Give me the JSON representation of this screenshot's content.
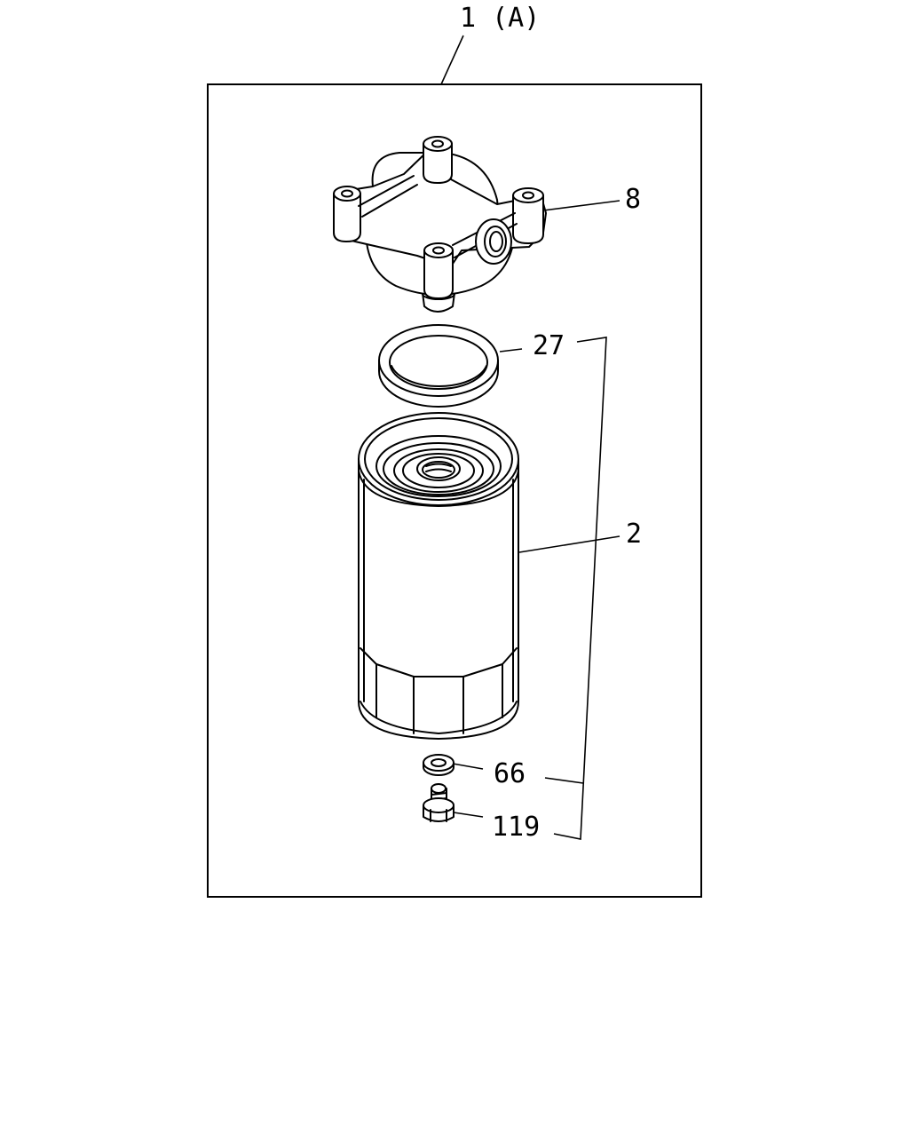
{
  "callouts": {
    "assembly": "1 (A)",
    "head": "8",
    "gasket": "27",
    "element": "2",
    "washer": "66",
    "plug": "119"
  },
  "colors": {
    "line": "#000000",
    "background": "#ffffff"
  }
}
